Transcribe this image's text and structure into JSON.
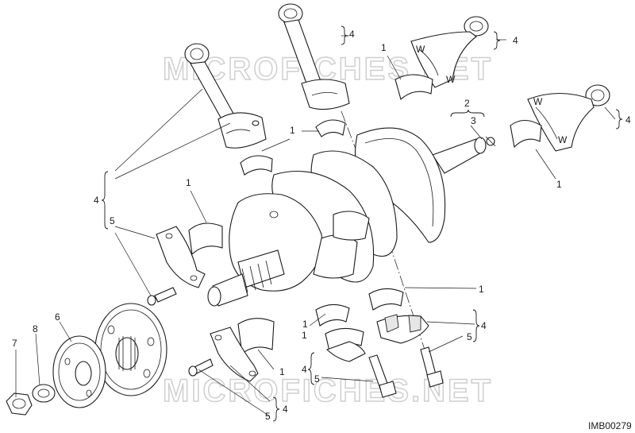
{
  "watermark": {
    "top": "MICROFICHES.NET",
    "bottom": "MICROFICHES.NET"
  },
  "reference_code": "IMB00279",
  "callouts": {
    "c_rod_top_4": "4",
    "c_bearing_top_1": "1",
    "c_rod_tr_4": "4",
    "c_bearing_tr_1": "1",
    "c_crank_2": "2",
    "c_plug_3": "3",
    "c_rod_right_4": "4",
    "c_bearing_right_1": "1",
    "c_bearing_mid_1": "1",
    "c_rod_left_4": "4",
    "c_bolt_left_5": "5",
    "c_bearing_left_1": "1",
    "c_nut_7": "7",
    "c_washer_8": "8",
    "c_sprocket_6": "6",
    "c_bearing_lower_1": "1",
    "c_bearing_lr_1": "1",
    "c_bearing_bl_1": "1",
    "c_cap_br_4": "4",
    "c_bolt_br_5": "5",
    "c_rod_bm_4": "4",
    "c_bolt_bm_5": "5",
    "c_cap_bottom_4": "4",
    "c_bolt_bottom_5": "5"
  }
}
